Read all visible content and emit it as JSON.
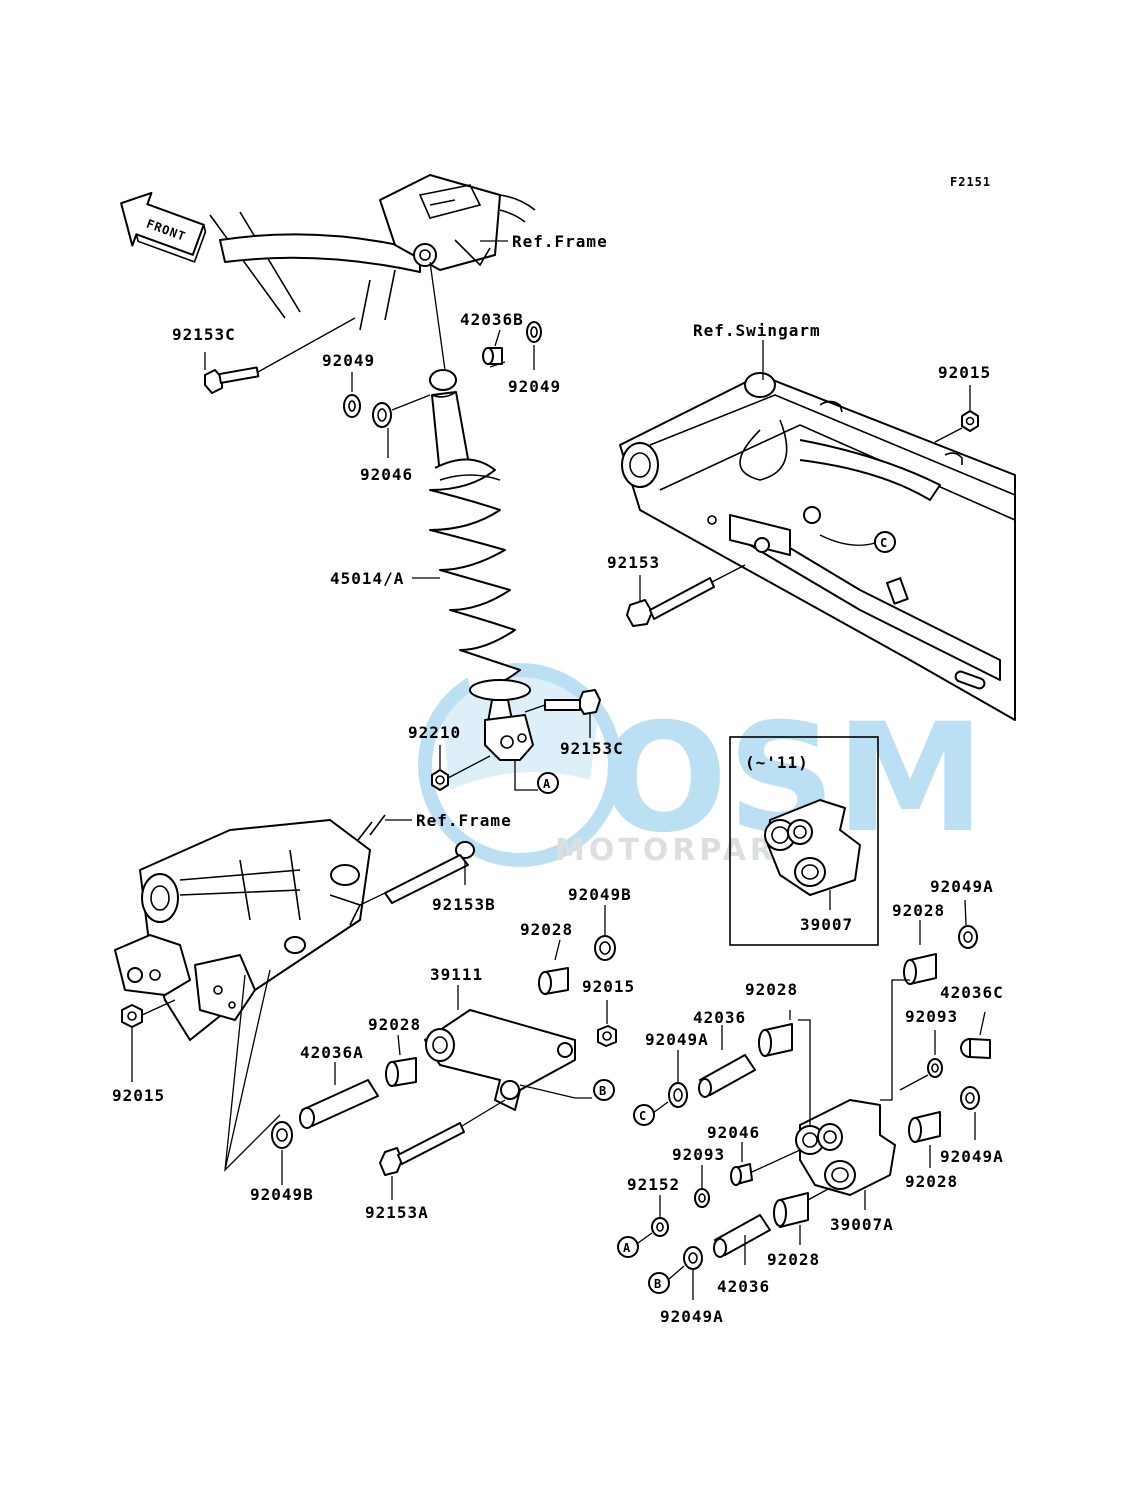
{
  "figure_code": "F2151",
  "front_label": "FRONT",
  "watermark": {
    "logo_text": "OSM",
    "sub_text": "MOTORPARTS",
    "color": "#3fa9e0"
  },
  "refs": {
    "frame_top": "Ref.Frame",
    "frame_bottom": "Ref.Frame",
    "swingarm": "Ref.Swingarm"
  },
  "variant_box_label": "(~'11)",
  "callouts": {
    "a": "A",
    "b": "B",
    "c": "C"
  },
  "parts": {
    "p92153C_top": "92153C",
    "p42036B": "42036B",
    "p92049_left": "92049",
    "p92049_right": "92049",
    "p92046_top": "92046",
    "p45014A": "45014/A",
    "p92210": "92210",
    "p92153C_bottom": "92153C",
    "p92015_sw": "92015",
    "p92153": "92153",
    "p92153B": "92153B",
    "p92049B_top": "92049B",
    "p92028_a": "92028",
    "p39111": "39111",
    "p92015_mid": "92015",
    "p92028_b": "92028",
    "p42036A": "42036A",
    "p92015_left": "92015",
    "p92049B_bottom": "92049B",
    "p92153A": "92153A",
    "p39007": "39007",
    "p92049A_tr": "92049A",
    "p92028_tr": "92028",
    "p42036C": "42036C",
    "p92093_r": "92093",
    "p92028_c": "92028",
    "p42036_top": "42036",
    "p92049A_c": "92049A",
    "p92046_bottom": "92046",
    "p92093_l": "92093",
    "p92152": "92152",
    "p92049A_r": "92049A",
    "p92028_r": "92028",
    "p39007A": "39007A",
    "p92028_bot": "92028",
    "p42036_bottom": "42036",
    "p92049A_bottom": "92049A"
  }
}
